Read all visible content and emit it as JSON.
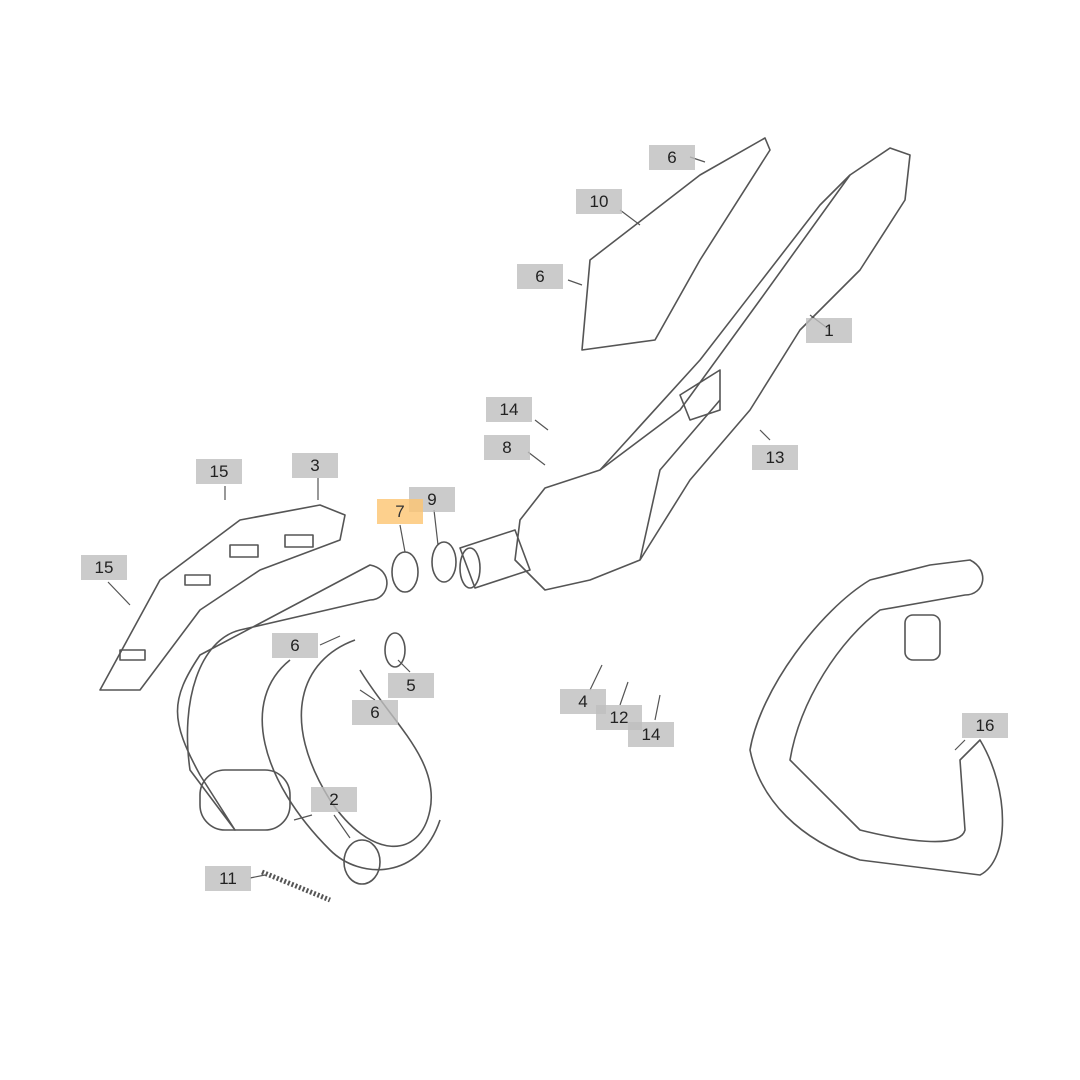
{
  "diagram": {
    "highlight_color": "#fcc470",
    "label_color": "#bebebe",
    "callouts": [
      {
        "id": "c6a",
        "text": "6"
      },
      {
        "id": "c10",
        "text": "10"
      },
      {
        "id": "c6b",
        "text": "6"
      },
      {
        "id": "c1",
        "text": "1"
      },
      {
        "id": "c14a",
        "text": "14"
      },
      {
        "id": "c8",
        "text": "8"
      },
      {
        "id": "c13",
        "text": "13"
      },
      {
        "id": "c15a",
        "text": "15"
      },
      {
        "id": "c3",
        "text": "3"
      },
      {
        "id": "c7",
        "text": "7",
        "highlighted": true
      },
      {
        "id": "c9",
        "text": "9"
      },
      {
        "id": "c15b",
        "text": "15"
      },
      {
        "id": "c6c",
        "text": "6"
      },
      {
        "id": "c5",
        "text": "5"
      },
      {
        "id": "c6d",
        "text": "6"
      },
      {
        "id": "c4",
        "text": "4"
      },
      {
        "id": "c12",
        "text": "12"
      },
      {
        "id": "c14b",
        "text": "14"
      },
      {
        "id": "c16",
        "text": "16"
      },
      {
        "id": "c2",
        "text": "2"
      },
      {
        "id": "c11",
        "text": "11"
      }
    ]
  }
}
